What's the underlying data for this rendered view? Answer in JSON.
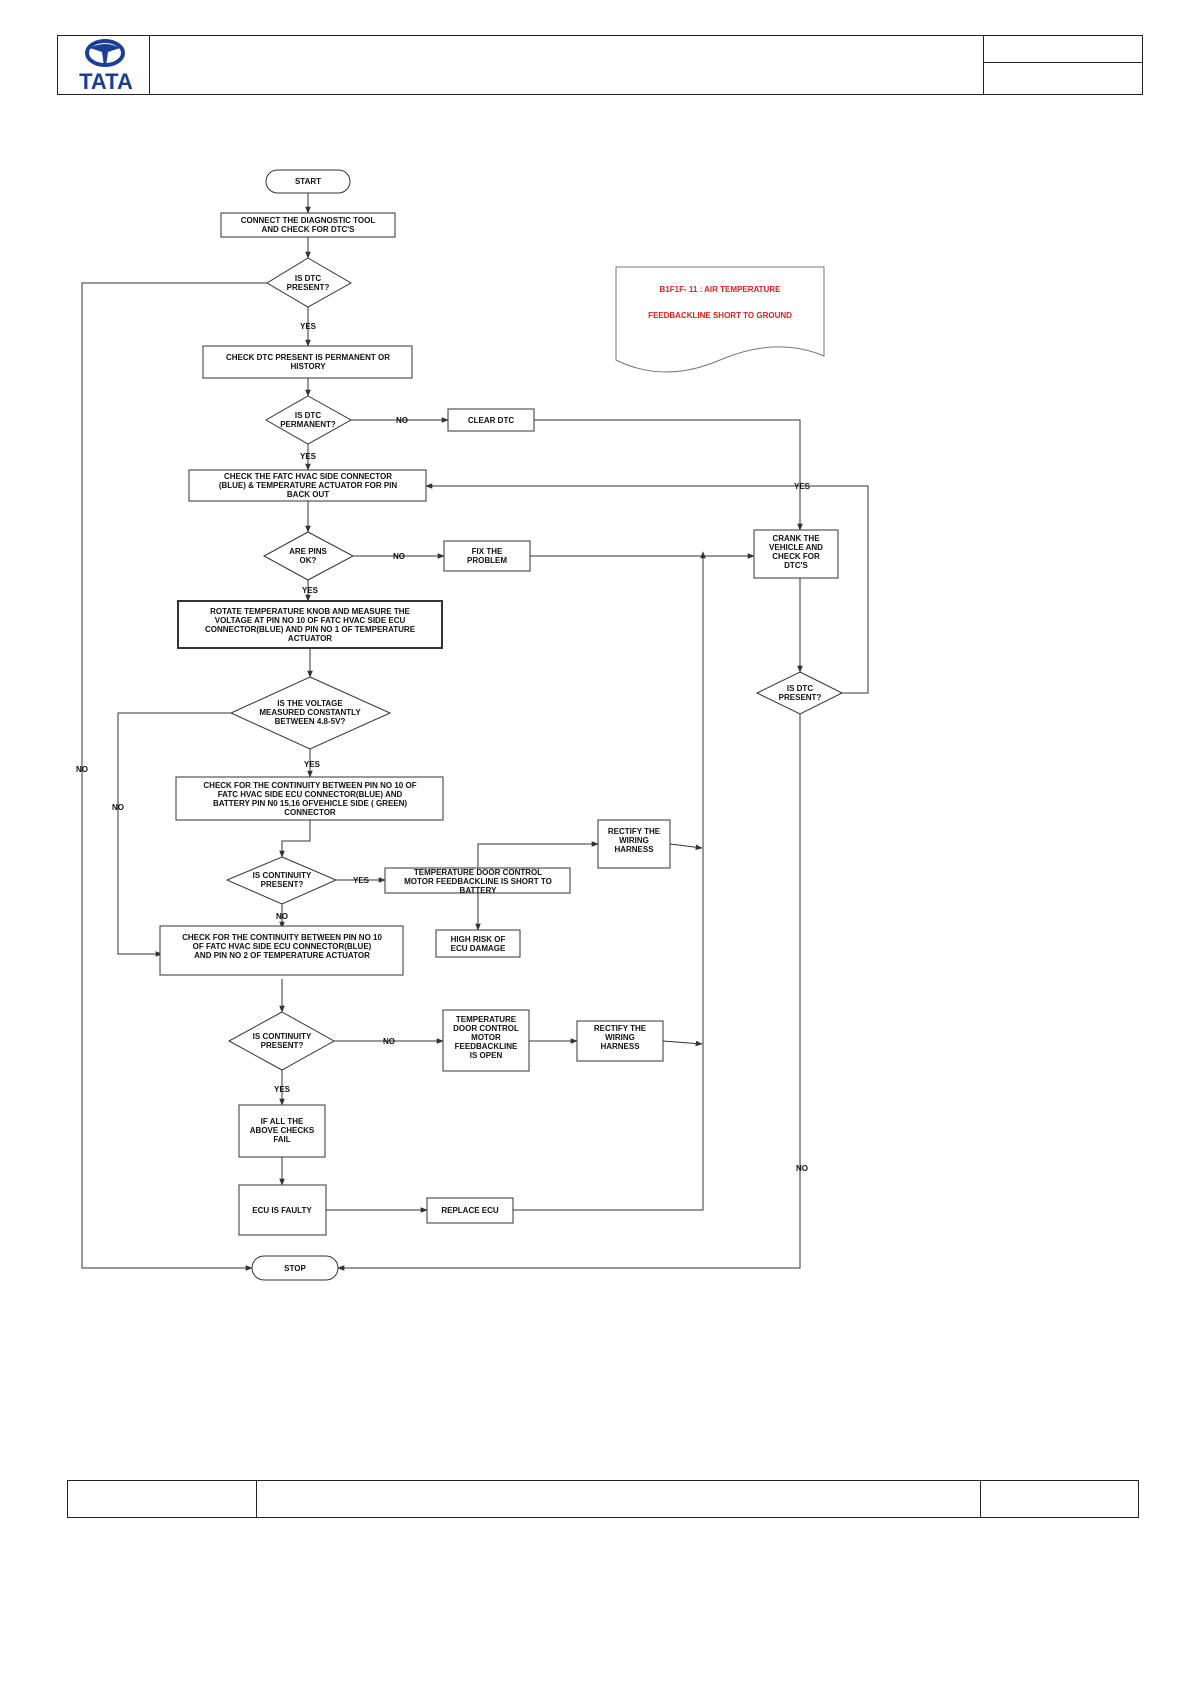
{
  "header": {
    "logo_text": "TATA"
  },
  "note": {
    "line1": "B1F1F- 11 : AIR TEMPERATURE",
    "line2": "FEEDBACKLINE SHORT TO GROUND"
  },
  "nodes": {
    "start": [
      "START"
    ],
    "connect_tool": [
      "CONNECT THE DIAGNOSTIC TOOL",
      "AND CHECK FOR  DTC'S"
    ],
    "is_dtc_present": [
      "IS  DTC",
      "PRESENT?"
    ],
    "check_permanent": [
      "CHECK DTC  PRESENT IS PERMANENT OR",
      "HISTORY"
    ],
    "is_dtc_permanent": [
      "IS  DTC",
      "PERMANENT?"
    ],
    "clear_dtc": [
      "CLEAR DTC"
    ],
    "check_connector": [
      "CHECK THE FATC HVAC SIDE CONNECTOR",
      "(BLUE) & TEMPERATURE ACTUATOR FOR PIN",
      "BACK OUT"
    ],
    "are_pins_ok": [
      "ARE PINS",
      "OK?"
    ],
    "fix_problem": [
      "FIX THE",
      "PROBLEM"
    ],
    "crank_vehicle": [
      "CRANK THE",
      "VEHICLE AND",
      "CHECK FOR",
      "DTC'S"
    ],
    "is_dtc_present_2": [
      "IS  DTC",
      "PRESENT?"
    ],
    "rotate_knob": [
      "ROTATE TEMPERATURE KNOB AND MEASURE THE",
      "VOLTAGE AT PIN NO 10 OF FATC HVAC SIDE ECU",
      "CONNECTOR(BLUE) AND PIN NO 1 OF TEMPERATURE",
      "ACTUATOR"
    ],
    "is_voltage": [
      "IS  THE VOLTAGE",
      "MEASURED CONSTANTLY",
      "BETWEEN 4.8-5V?"
    ],
    "check_continuity_1": [
      "CHECK FOR THE CONTINUITY BETWEEN PIN NO 10 OF",
      "FATC HVAC SIDE ECU CONNECTOR(BLUE) AND",
      "BATTERY PIN N0 15,16 OFVEHICLE SIDE ( GREEN)",
      "CONNECTOR"
    ],
    "is_continuity_1": [
      "IS CONTINUITY",
      "PRESENT?"
    ],
    "short_battery": [
      "TEMPERATURE DOOR CONTROL",
      "MOTOR FEEDBACKLINE IS SHORT TO",
      "BATTERY"
    ],
    "rectify_1": [
      "RECTIFY THE",
      "WIRING",
      "HARNESS"
    ],
    "high_risk": [
      "HIGH RISK OF",
      "ECU DAMAGE"
    ],
    "check_continuity_2": [
      "CHECK FOR THE CONTINUITY BETWEEN PIN NO 10",
      "OF  FATC HVAC SIDE ECU CONNECTOR(BLUE)",
      "AND PIN NO 2 OF TEMPERATURE ACTUATOR"
    ],
    "is_continuity_2": [
      "IS CONTINUITY",
      "PRESENT?"
    ],
    "open_line": [
      "TEMPERATURE",
      "DOOR CONTROL",
      "MOTOR",
      "FEEDBACKLINE",
      "IS OPEN"
    ],
    "rectify_2": [
      "RECTIFY THE",
      "WIRING",
      "HARNESS"
    ],
    "all_checks_fail": [
      "IF ALL THE",
      "ABOVE CHECKS",
      "FAIL"
    ],
    "ecu_faulty": [
      "ECU IS FAULTY"
    ],
    "replace_ecu": [
      "REPLACE ECU"
    ],
    "stop": [
      "STOP"
    ]
  },
  "edge_labels": {
    "yes_dtc": "YES",
    "no_dtc": "NO",
    "no_permanent": "NO",
    "yes_permanent": "YES",
    "yes_crank": "YES",
    "no_pins": "NO",
    "yes_pins": "YES",
    "yes_voltage": "YES",
    "no_voltage": "NO",
    "yes_cont1": "YES",
    "no_cont1": "NO",
    "no_cont2": "NO",
    "yes_cont2": "YES",
    "no_dtc2": "NO"
  }
}
